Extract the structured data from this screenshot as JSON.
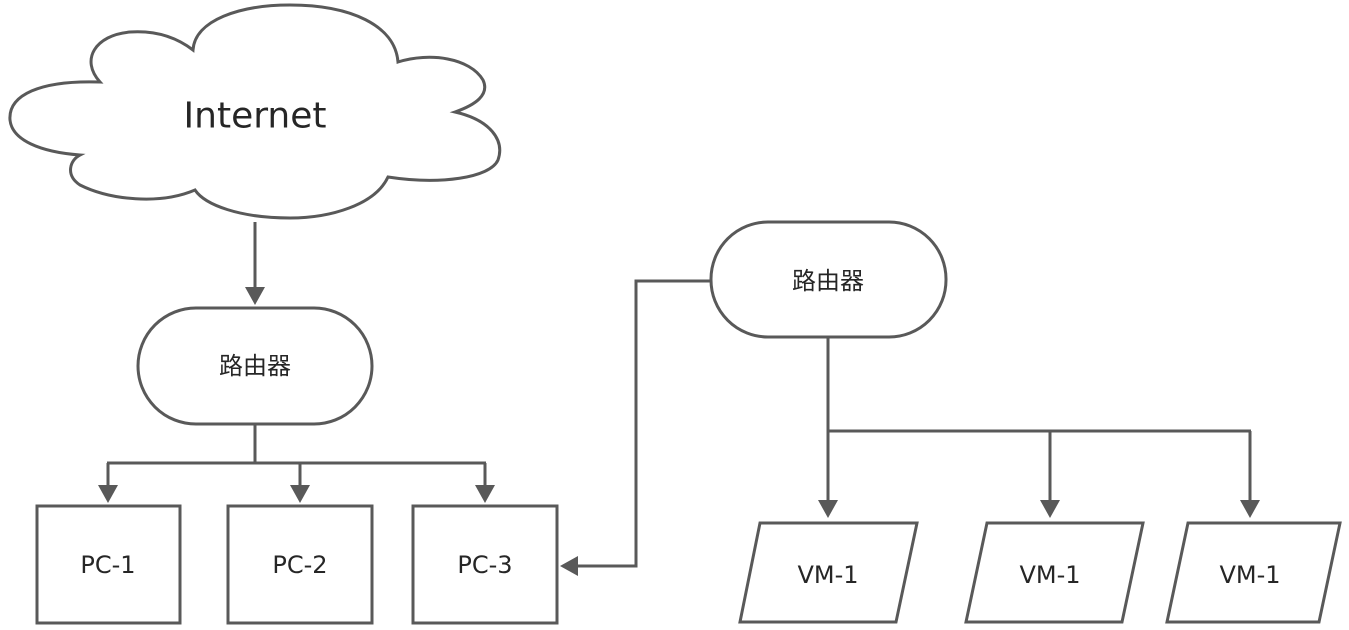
{
  "diagram": {
    "title": "",
    "nodes": {
      "internet": {
        "label": "Internet",
        "shape": "cloud"
      },
      "router_left": {
        "label": "路由器",
        "shape": "terminator"
      },
      "router_right": {
        "label": "路由器",
        "shape": "terminator"
      },
      "pc1": {
        "label": "PC-1",
        "shape": "rectangle"
      },
      "pc2": {
        "label": "PC-2",
        "shape": "rectangle"
      },
      "pc3": {
        "label": "PC-3",
        "shape": "rectangle"
      },
      "vm_a": {
        "label": "VM-1",
        "shape": "parallelogram"
      },
      "vm_b": {
        "label": "VM-1",
        "shape": "parallelogram"
      },
      "vm_c": {
        "label": "VM-1",
        "shape": "parallelogram"
      }
    },
    "edges": [
      {
        "from": "internet",
        "to": "router_left"
      },
      {
        "from": "router_left",
        "to": "pc1"
      },
      {
        "from": "router_left",
        "to": "pc2"
      },
      {
        "from": "router_left",
        "to": "pc3"
      },
      {
        "from": "router_right",
        "to": "pc3"
      },
      {
        "from": "router_right",
        "to": "vm_a"
      },
      {
        "from": "router_right",
        "to": "vm_b"
      },
      {
        "from": "router_right",
        "to": "vm_c"
      }
    ],
    "colors": {
      "stroke": "#595959",
      "text": "#262626",
      "background": "#ffffff"
    }
  }
}
